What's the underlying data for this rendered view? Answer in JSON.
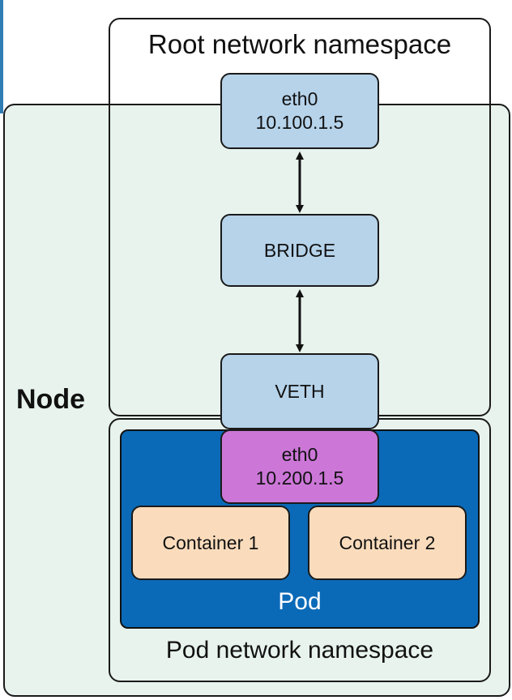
{
  "labels": {
    "root_namespace": "Root network namespace",
    "node": "Node",
    "pod": "Pod",
    "pod_namespace": "Pod network namespace"
  },
  "devices": {
    "root_eth0": {
      "name": "eth0",
      "ip": "10.100.1.5"
    },
    "bridge": {
      "name": "BRIDGE"
    },
    "veth": {
      "name": "VETH"
    },
    "pod_eth0": {
      "name": "eth0",
      "ip": "10.200.1.5"
    }
  },
  "containers": [
    "Container 1",
    "Container 2"
  ],
  "colors": {
    "node_fill": "#e8f3ee",
    "device_blue": "#b6d3ea",
    "pod_blue": "#0b6ab8",
    "pod_eth_purple": "#cc77d8",
    "container_peach": "#fadcbc"
  }
}
